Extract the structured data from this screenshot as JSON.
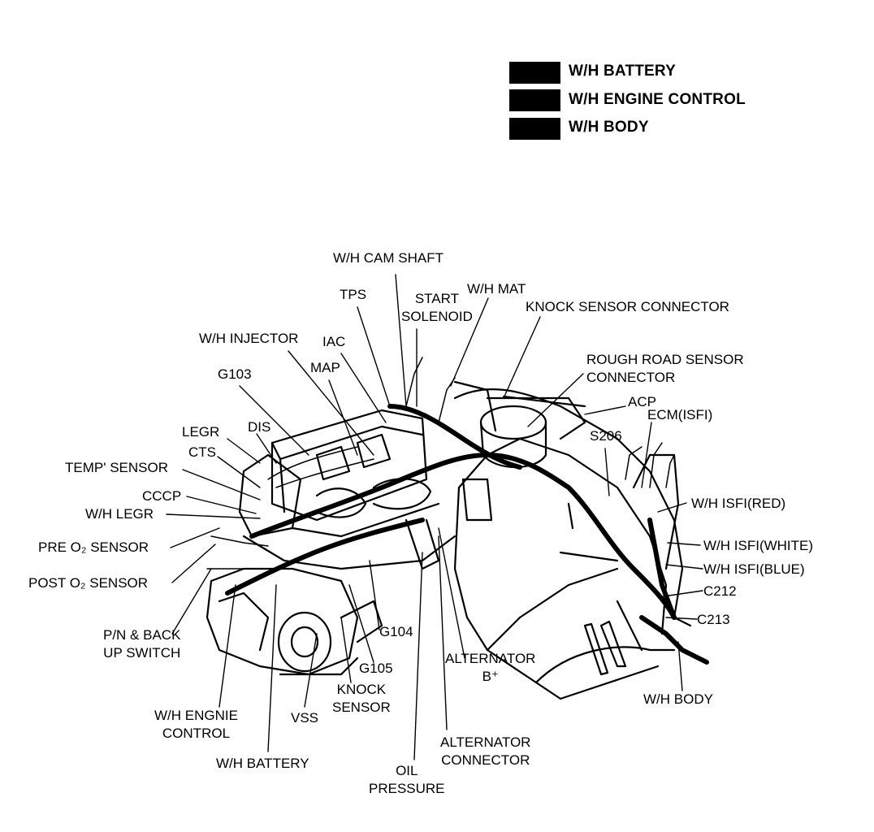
{
  "legend": [
    {
      "label": "W/H BATTERY"
    },
    {
      "label": "W/H ENGINE CONTROL"
    },
    {
      "label": "W/H BODY"
    }
  ],
  "callouts": {
    "cam_shaft": "W/H CAM SHAFT",
    "tps": "TPS",
    "start_solenoid": "START\nSOLENOID",
    "wh_mat": "W/H MAT",
    "knock_sensor_connector": "KNOCK SENSOR CONNECTOR",
    "wh_injector": "W/H INJECTOR",
    "iac": "IAC",
    "map": "MAP",
    "g103": "G103",
    "rough_road": "ROUGH ROAD SENSOR\nCONNECTOR",
    "acp": "ACP",
    "ecm": "ECM(ISFI)",
    "s206": "S206",
    "legr": "LEGR",
    "dis": "DIS",
    "cts": "CTS",
    "temp_sensor": "TEMP' SENSOR",
    "cccp": "CCCP",
    "wh_legr": "W/H LEGR",
    "pre_o2": "PRE O₂ SENSOR",
    "post_o2": "POST O₂ SENSOR",
    "pn_switch": "P/N & BACK\nUP SWITCH",
    "isfi_red": "W/H ISFI(RED)",
    "isfi_white": "W/H ISFI(WHITE)",
    "isfi_blue": "W/H ISFI(BLUE)",
    "c212": "C212",
    "c213": "C213",
    "g104": "G104",
    "g105": "G105",
    "alternator_b": "ALTERNATOR\nB⁺",
    "knock_sensor": "KNOCK\nSENSOR",
    "wh_body": "W/H BODY",
    "wh_engine_control": "W/H ENGNIE\nCONTROL",
    "vss": "VSS",
    "wh_battery": "W/H BATTERY",
    "oil_pressure": "OIL\nPRESSURE",
    "alternator_connector": "ALTERNATOR\nCONNECTOR"
  }
}
